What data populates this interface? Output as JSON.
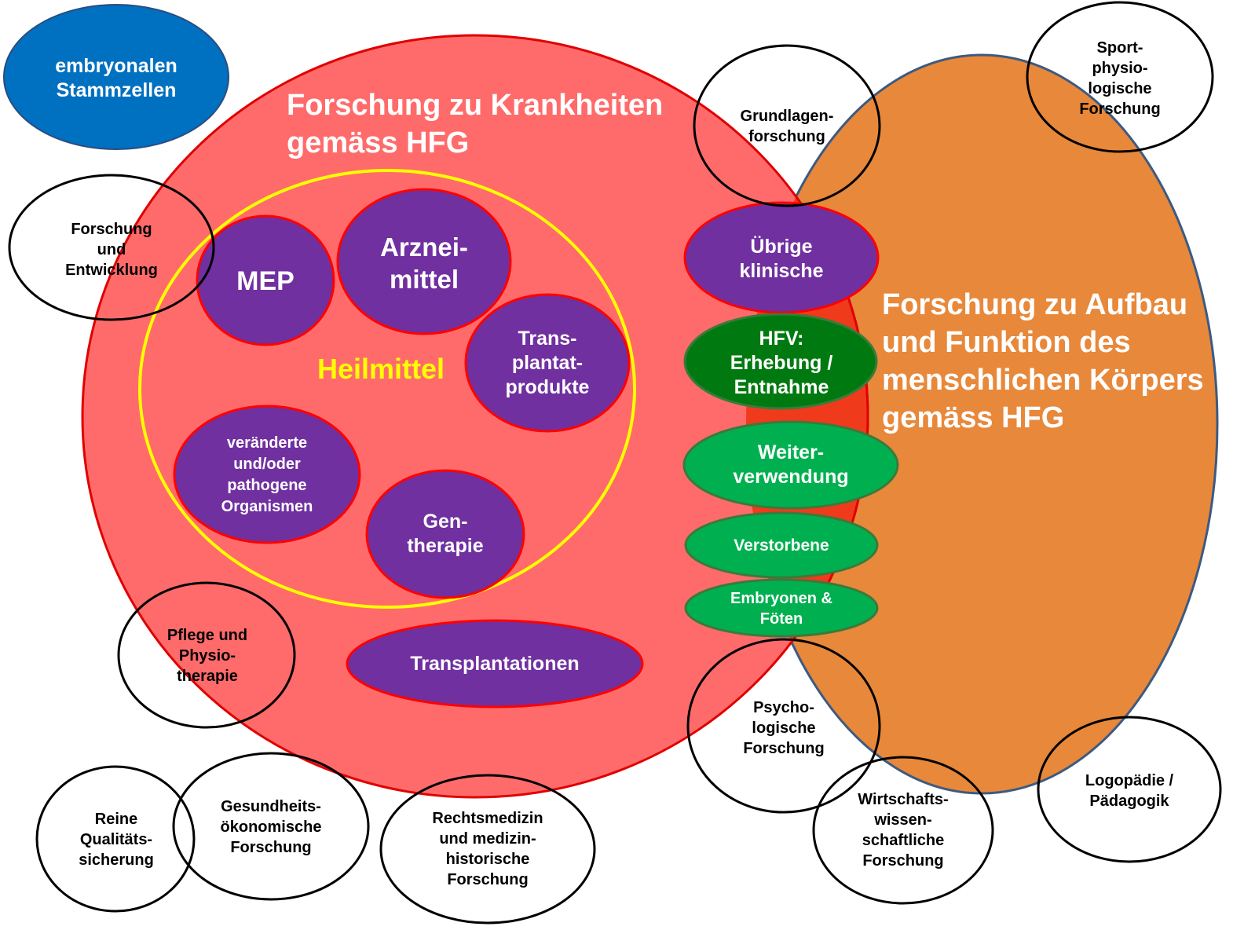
{
  "colors": {
    "red_area": "#ff6b6b",
    "orange_area": "#e8883a",
    "overlap": "#f03a1c",
    "purple": "#7030a0",
    "blue": "#0070c0",
    "green": "#00b050",
    "dark_green": "#007a10",
    "yellow": "#ffff00",
    "red_border": "#ff0000"
  },
  "regions": {
    "disease_research": "Forschung zu Krankheiten\ngemäss HFG",
    "body_research": "Forschung zu Aufbau\nund Funktion des\nmenschlichen Körpers\ngemäss HFG",
    "therapeutic_products": "Heilmittel"
  },
  "items": {
    "embryonic_stem_cells": "embryonalen\nStammzellen",
    "mep": "MEP",
    "medicines": "Arznei-\nmittel",
    "transplant_products": "Trans-\nplantat-\nprodukte",
    "modified_organisms": "veränderte\nund/oder\npathogene\nOrganismen",
    "gene_therapy": "Gen-\ntherapie",
    "transplantations": "Transplantationen",
    "other_clinical": "Übrige\nklinische",
    "hfv_collection": "HFV:\nErhebung /\nEntnahme",
    "reuse": "Weiter-\nverwendung",
    "deceased": "Verstorbene",
    "embryos_fetuses": "Embryonen &\nFöten"
  },
  "outside": {
    "research_development": "Forschung\nund\nEntwicklung",
    "basic_research": "Grundlagen-\nforschung",
    "sport_physiology": "Sport-\nphysio-\nlogische\nForschung",
    "nursing_physio": "Pflege und\nPhysio-\ntherapie",
    "psychological": "Psycho-\nlogische\nForschung",
    "quality_assurance": "Reine\nQualitäts-\nsicherung",
    "health_economics": "Gesundheits-\nökonomische\nForschung",
    "forensic_history": "Rechtsmedizin\nund medizin-\nhistorische\nForschung",
    "economics": "Wirtschafts-\nwissen-\nschaftliche\nForschung",
    "speech_pedagogy": "Logopädie /\nPädagogik"
  }
}
